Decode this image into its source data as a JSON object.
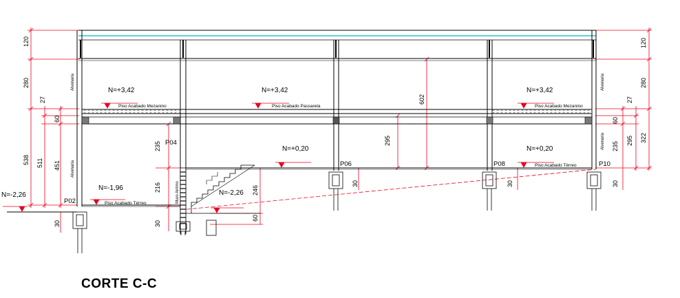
{
  "title": "CORTE C-C",
  "levels": {
    "mezz_left": "N=+3,42",
    "passarela": "N=+3,42",
    "mezz_right": "N=+3,42",
    "ground_center": "N=+0,20",
    "ground_right": "N=+0,20",
    "left_low": "N=-1,96",
    "left_outside": "N=-2,26",
    "stair_bottom": "N=-2,26"
  },
  "finishes": {
    "mezz_left": "Piso Acabado Mezanino",
    "passarela": "Piso Acabado Passarela",
    "mezz_right": "Piso Acabado Mezanino",
    "ground_right": "Piso Acabado Térreo",
    "left_low": "Piso Acabado Térreo"
  },
  "pillars": [
    "P02",
    "P04",
    "P06",
    "P08",
    "P10"
  ],
  "walls": {
    "left_upper": "Alvenaria",
    "left_lower": "Alvenaria",
    "right_upper": "Alvenaria",
    "right_lower": "Alvenaria",
    "retaining": "Muro Arrimo"
  },
  "dimensions": {
    "left_120": "120",
    "left_280": "280",
    "left_27": "27",
    "left_538": "538",
    "left_511": "511",
    "left_60": "60",
    "left_451": "451",
    "left_30": "30",
    "p04_235": "235",
    "p04_216": "216",
    "p04_30": "30",
    "total_602": "602",
    "mid_295": "295",
    "stair_246": "246",
    "stair_60": "60",
    "p06_30": "30",
    "p08_30": "30",
    "right_120": "120",
    "right_280": "280",
    "right_27": "27",
    "right_60": "60",
    "right_235": "235",
    "right_295": "295",
    "right_322": "322",
    "right_30": "30"
  },
  "colors": {
    "dimension": "#e8001c",
    "structure": "#000000",
    "roof": "#00b0c8",
    "hatch": "#6b6b6b",
    "dashed": "#e8001c"
  }
}
